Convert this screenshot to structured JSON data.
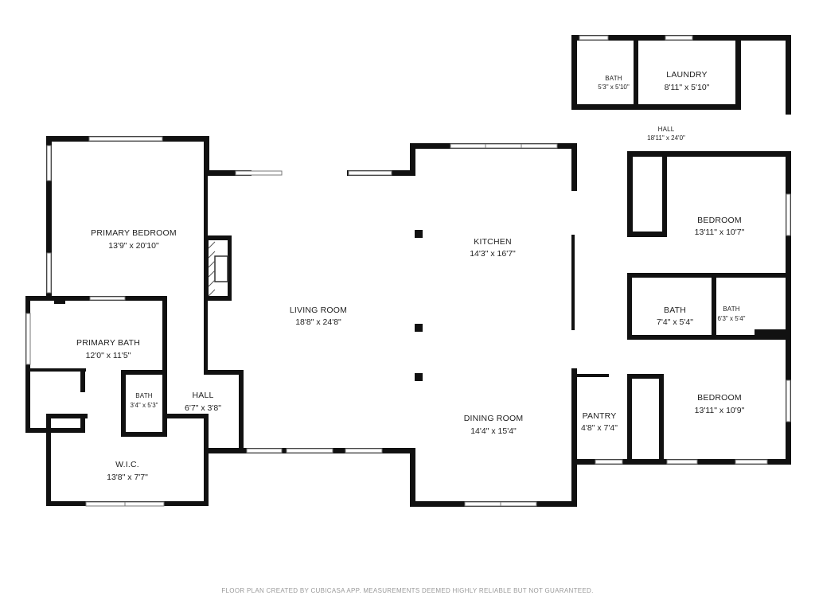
{
  "rooms": {
    "primary_bedroom": {
      "name": "PRIMARY BEDROOM",
      "dims": "13'9\" x 20'10\""
    },
    "primary_bath": {
      "name": "PRIMARY BATH",
      "dims": "12'0\" x 11'5\""
    },
    "bath_small_left": {
      "name": "BATH",
      "dims": "3'4\" x 5'3\""
    },
    "hall_left": {
      "name": "HALL",
      "dims": "6'7\" x 3'8\""
    },
    "wic": {
      "name": "W.I.C.",
      "dims": "13'8\" x 7'7\""
    },
    "living_room": {
      "name": "LIVING ROOM",
      "dims": "18'8\" x 24'8\""
    },
    "kitchen": {
      "name": "KITCHEN",
      "dims": "14'3\" x 16'7\""
    },
    "dining_room": {
      "name": "DINING ROOM",
      "dims": "14'4\" x 15'4\""
    },
    "bath_top": {
      "name": "BATH",
      "dims": "5'3\" x 5'10\""
    },
    "laundry": {
      "name": "LAUNDRY",
      "dims": "8'11\" x 5'10\""
    },
    "hall_right": {
      "name": "HALL",
      "dims": "18'11\" x 24'0\""
    },
    "bedroom_upper": {
      "name": "BEDROOM",
      "dims": "13'11\" x 10'7\""
    },
    "bath_mid": {
      "name": "BATH",
      "dims": "7'4\" x 5'4\""
    },
    "bath_mid_small": {
      "name": "BATH",
      "dims": "6'3\" x 5'4\""
    },
    "pantry": {
      "name": "PANTRY",
      "dims": "4'8\" x 7'4\""
    },
    "bedroom_lower": {
      "name": "BEDROOM",
      "dims": "13'11\" x 10'9\""
    }
  },
  "footer": "FLOOR PLAN CREATED BY CUBICASA APP. MEASUREMENTS DEEMED HIGHLY RELIABLE BUT NOT GUARANTEED."
}
